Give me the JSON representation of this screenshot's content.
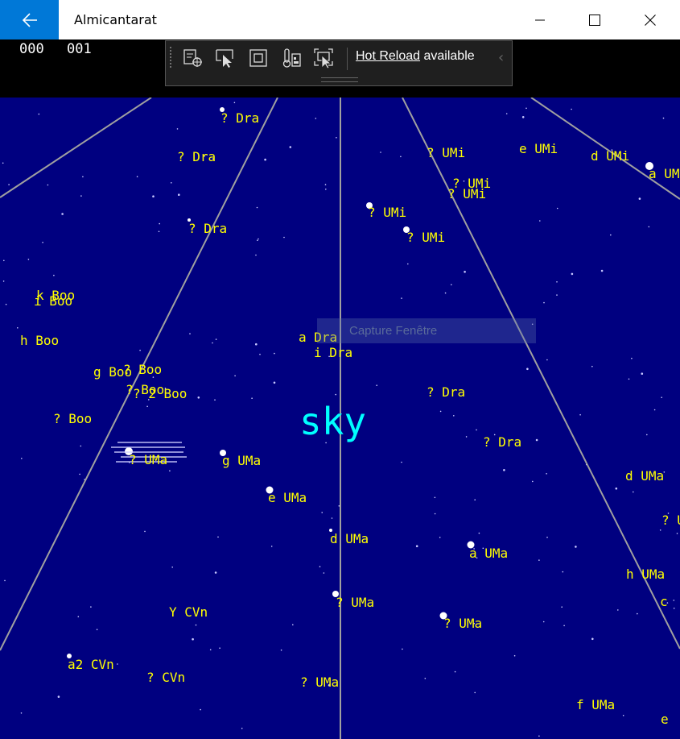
{
  "window": {
    "title": "Almicantarat",
    "back_icon": "arrow-left-icon",
    "minimize_icon": "minimize-icon",
    "maximize_icon": "maximize-icon",
    "close_icon": "close-icon"
  },
  "counters": [
    "000",
    "001"
  ],
  "toolbar": {
    "icons": [
      "live-visual-tree-icon",
      "select-element-icon",
      "display-layout-adorners-icon",
      "track-focus-icon",
      "preview-selection-icon"
    ],
    "hot_reload_link": "Hot Reload",
    "hot_reload_text": " available",
    "collapse_icon": "chevron-left-icon"
  },
  "sky": {
    "title": "sky",
    "background": "#000080",
    "label_color": "#ffff00",
    "title_color": "#00ffff",
    "capture_text": "Capture Fenêtre",
    "labels": [
      "? Dra",
      "? Dra",
      "? Dra",
      "? UMi",
      "e UMi",
      "d UMi",
      "a UM",
      "? UMi",
      "? UMi",
      "? UMi",
      "? UMi",
      "k Boo",
      "i Boo",
      "h Boo",
      "a Dra",
      "i Dra",
      "g Boo",
      "? Boo",
      "? Boo",
      "? 2 Boo",
      "? Dra",
      "? Boo",
      "? Dra",
      "? UMa",
      "g UMa",
      "e UMa",
      "d UMa",
      "d UMa",
      "a UMa",
      "h UMa",
      "? UMa",
      "Y CVn",
      "? UMa",
      "c",
      "? UMa",
      "a2 CVn",
      "? CVn",
      "? UMa",
      "f UMa",
      "e"
    ]
  }
}
